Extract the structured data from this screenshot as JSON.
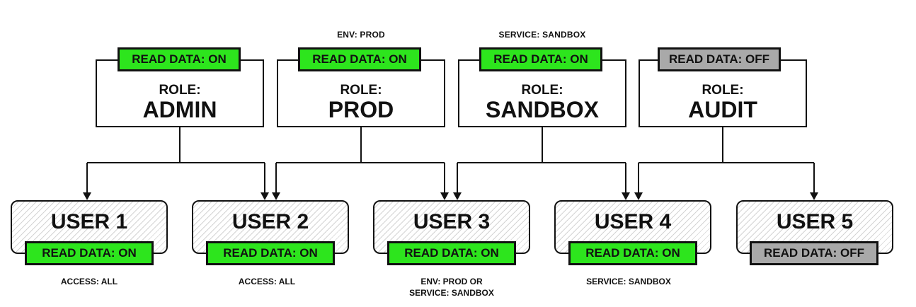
{
  "roles": [
    {
      "label": "ROLE:",
      "name": "ADMIN",
      "badge": "READ DATA: ON",
      "scope": ""
    },
    {
      "label": "ROLE:",
      "name": "PROD",
      "badge": "READ DATA: ON",
      "scope": "ENV: PROD"
    },
    {
      "label": "ROLE:",
      "name": "SANDBOX",
      "badge": "READ DATA: ON",
      "scope": "SERVICE: SANDBOX"
    },
    {
      "label": "ROLE:",
      "name": "AUDIT",
      "badge": "READ DATA: OFF",
      "scope": ""
    }
  ],
  "users": [
    {
      "name": "USER 1",
      "badge": "READ DATA: ON",
      "note_line1": "ACCESS: ALL",
      "note_line2": ""
    },
    {
      "name": "USER 2",
      "badge": "READ DATA: ON",
      "note_line1": "ACCESS: ALL",
      "note_line2": ""
    },
    {
      "name": "USER 3",
      "badge": "READ DATA: ON",
      "note_line1": "ENV: PROD OR",
      "note_line2": "SERVICE: SANDBOX"
    },
    {
      "name": "USER 4",
      "badge": "READ DATA: ON",
      "note_line1": "SERVICE: SANDBOX",
      "note_line2": ""
    },
    {
      "name": "USER 5",
      "badge": "READ DATA: OFF",
      "note_line1": "",
      "note_line2": ""
    }
  ],
  "edges": [
    {
      "from": "ADMIN",
      "to": [
        "USER 1",
        "USER 2"
      ]
    },
    {
      "from": "PROD",
      "to": [
        "USER 2",
        "USER 3"
      ]
    },
    {
      "from": "SANDBOX",
      "to": [
        "USER 3",
        "USER 4"
      ]
    },
    {
      "from": "AUDIT",
      "to": [
        "USER 4",
        "USER 5"
      ]
    }
  ],
  "colors": {
    "on": "#2de51d",
    "off": "#a9a9a9",
    "line": "#111111"
  }
}
